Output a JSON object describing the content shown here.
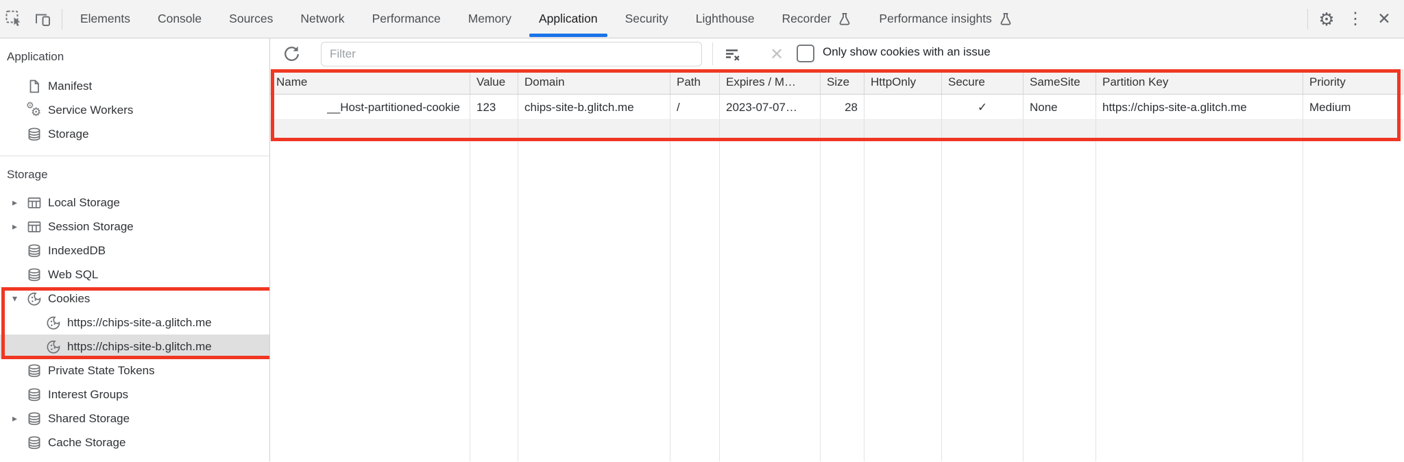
{
  "header": {
    "tabs": [
      {
        "label": "Elements"
      },
      {
        "label": "Console"
      },
      {
        "label": "Sources"
      },
      {
        "label": "Network"
      },
      {
        "label": "Performance"
      },
      {
        "label": "Memory"
      },
      {
        "label": "Application",
        "active": true
      },
      {
        "label": "Security"
      },
      {
        "label": "Lighthouse"
      },
      {
        "label": "Recorder",
        "experimental": true
      },
      {
        "label": "Performance insights",
        "experimental": true
      }
    ]
  },
  "sidebar": {
    "sections": [
      {
        "header": "Application",
        "items": [
          {
            "label": "Manifest",
            "icon": "file-icon"
          },
          {
            "label": "Service Workers",
            "icon": "service-workers-icon"
          },
          {
            "label": "Storage",
            "icon": "database-icon"
          }
        ]
      },
      {
        "header": "Storage",
        "items": [
          {
            "label": "Local Storage",
            "icon": "table-icon",
            "arrow": "collapsed"
          },
          {
            "label": "Session Storage",
            "icon": "table-icon",
            "arrow": "collapsed"
          },
          {
            "label": "IndexedDB",
            "icon": "database-icon"
          },
          {
            "label": "Web SQL",
            "icon": "database-icon"
          },
          {
            "label": "Cookies",
            "icon": "cookie-icon",
            "arrow": "expanded"
          },
          {
            "label": "https://chips-site-a.glitch.me",
            "icon": "cookie-icon",
            "child": true
          },
          {
            "label": "https://chips-site-b.glitch.me",
            "icon": "cookie-icon",
            "child": true,
            "selected": true
          },
          {
            "label": "Private State Tokens",
            "icon": "database-icon"
          },
          {
            "label": "Interest Groups",
            "icon": "database-icon"
          },
          {
            "label": "Shared Storage",
            "icon": "database-icon",
            "arrow": "collapsed"
          },
          {
            "label": "Cache Storage",
            "icon": "database-icon"
          }
        ]
      }
    ]
  },
  "cookies_panel": {
    "filter": {
      "placeholder": "Filter"
    },
    "issue_checkbox": {
      "label": "Only show cookies with an issue",
      "checked": false
    },
    "table": {
      "columns": [
        {
          "label": "Name"
        },
        {
          "label": "Value"
        },
        {
          "label": "Domain"
        },
        {
          "label": "Path"
        },
        {
          "label": "Expires / M…"
        },
        {
          "label": "Size"
        },
        {
          "label": "HttpOnly"
        },
        {
          "label": "Secure"
        },
        {
          "label": "SameSite"
        },
        {
          "label": "Partition Key"
        },
        {
          "label": "Priority"
        }
      ],
      "row": {
        "cells": [
          "__Host-partitioned-cookie",
          "123",
          "chips-site-b.glitch.me",
          "/",
          "2023-07-07…",
          "28",
          "",
          "✓",
          "None",
          "https://chips-site-a.glitch.me",
          "Medium"
        ]
      }
    }
  },
  "colors": {
    "active_tab_underline": "#1a73e8",
    "highlight_red": "#f03723",
    "selected_item_bg": "#dfdfdf"
  }
}
